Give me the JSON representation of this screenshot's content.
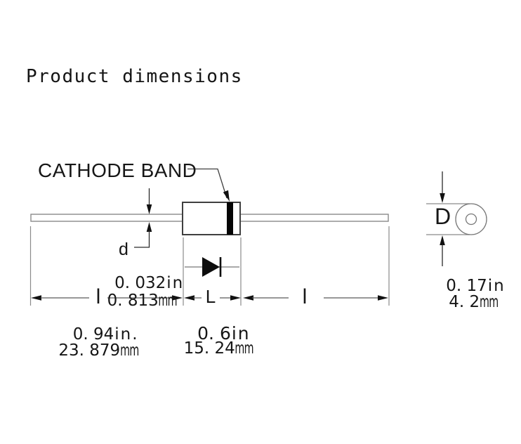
{
  "title": "Product dimensions",
  "colors": {
    "background": "#ffffff",
    "ink": "#161616",
    "thin_line": "#8a8a8a",
    "outline": "#3f3f3f",
    "band": "#050505"
  },
  "diagram": {
    "cathode_band_label": "CATHODE BAND",
    "dims": {
      "lead_diameter": {
        "symbol": "d",
        "in_value": "0. 032",
        "in_unit": "in",
        "mm_value": "0. 813",
        "mm_unit": "mm"
      },
      "lead_length_left": {
        "symbol": "l",
        "in_value": "0. 94",
        "in_unit": "in.",
        "mm_value": "23. 879",
        "mm_unit": "mm"
      },
      "body_length": {
        "symbol": "L",
        "in_value": "0. 6",
        "in_unit": "in",
        "mm_value": "15. 24",
        "mm_unit": "mm"
      },
      "lead_length_right": {
        "symbol": "l"
      },
      "body_diameter": {
        "symbol": "D",
        "in_value": "0. 17",
        "in_unit": "in",
        "mm_value": "4. 2",
        "mm_unit": "mm"
      }
    }
  }
}
